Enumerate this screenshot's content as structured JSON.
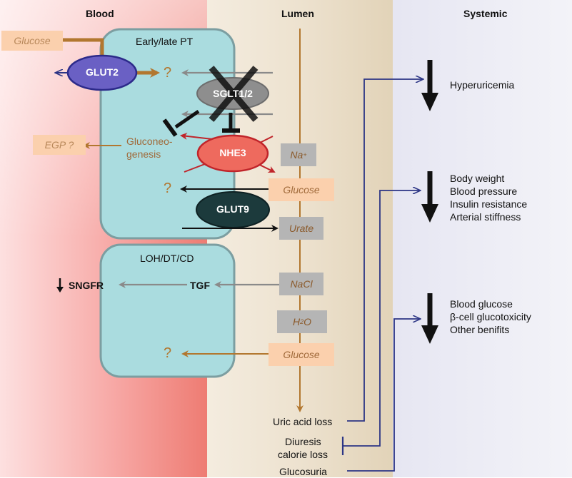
{
  "columns": {
    "blood": "Blood",
    "lumen": "Lumen",
    "systemic": "Systemic"
  },
  "pt_box": {
    "title": "Early/late PT"
  },
  "loh_box": {
    "title": "LOH/DT/CD"
  },
  "left_tags": {
    "glucose": "Glucose",
    "egp": "EGP ?"
  },
  "transporters": {
    "glut2": "GLUT2",
    "sglt": "SGLT1/2",
    "nhe3": "NHE3",
    "glut9": "GLUT9"
  },
  "gluconeo": {
    "line1": "Gluconeo-",
    "line2": "genesis"
  },
  "question": "?",
  "lumen_tags": {
    "na": "Na",
    "na_sup": "+",
    "glucose1": "Glucose",
    "urate": "Urate",
    "nacl": "NaCl",
    "h2o_h": "H",
    "h2o_sub": "2",
    "h2o_o": "O",
    "glucose2": "Glucose"
  },
  "loh_labels": {
    "sngfr": "SNGFR",
    "tgf": "TGF"
  },
  "bottom_labels": {
    "uric": "Uric acid loss",
    "diuresis1": "Diuresis",
    "diuresis2": "calorie loss",
    "glucosuria": "Glucosuria"
  },
  "systemic": {
    "group1": [
      "Hyperuricemia"
    ],
    "group2": [
      "Body weight",
      "Blood pressure",
      "Insulin resistance",
      "Arterial stiffness"
    ],
    "group3": [
      "Blood glucose",
      "β-cell glucotoxicity",
      "Other benifits"
    ]
  },
  "colors": {
    "brown": "#b2772f",
    "gray_arrow": "#8a8a8a",
    "red_arrow": "#c0242a",
    "blue_line": "#2c3585",
    "glut2": "#6a60c4",
    "nhe3": "#ee6a5e",
    "glut9": "#1c3a3c",
    "sglt": "#8e8e8e"
  }
}
